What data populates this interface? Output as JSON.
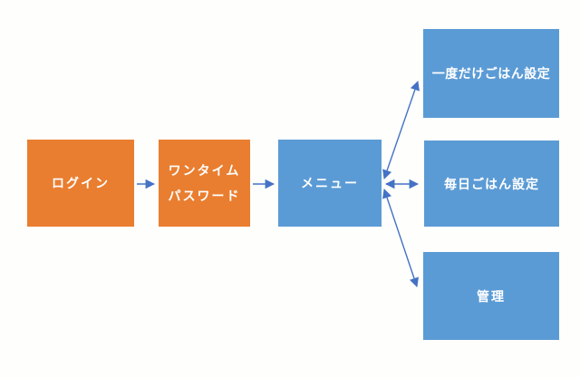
{
  "diagram": {
    "title": "login-to-menu-flow",
    "colors": {
      "node_orange": "#e97e30",
      "node_blue": "#5b9bd5",
      "arrow_blue": "#4472c4",
      "label_text": "#ffffff",
      "background": "#fefefc"
    },
    "nodes": [
      {
        "id": "login",
        "label": "ログイン",
        "color": "orange"
      },
      {
        "id": "otp",
        "label": "ワンタイム\nパスワード",
        "color": "orange"
      },
      {
        "id": "menu",
        "label": "メニュー",
        "color": "blue"
      },
      {
        "id": "once-meal",
        "label": "一度だけごはん設定",
        "color": "blue"
      },
      {
        "id": "daily-meal",
        "label": "毎日ごはん設定",
        "color": "blue"
      },
      {
        "id": "admin",
        "label": "管理",
        "color": "blue"
      }
    ],
    "edges": [
      {
        "from": "login",
        "to": "otp",
        "direction": "single"
      },
      {
        "from": "otp",
        "to": "menu",
        "direction": "single"
      },
      {
        "from": "menu",
        "to": "once-meal",
        "direction": "double"
      },
      {
        "from": "menu",
        "to": "daily-meal",
        "direction": "double"
      },
      {
        "from": "menu",
        "to": "admin",
        "direction": "double"
      }
    ]
  }
}
